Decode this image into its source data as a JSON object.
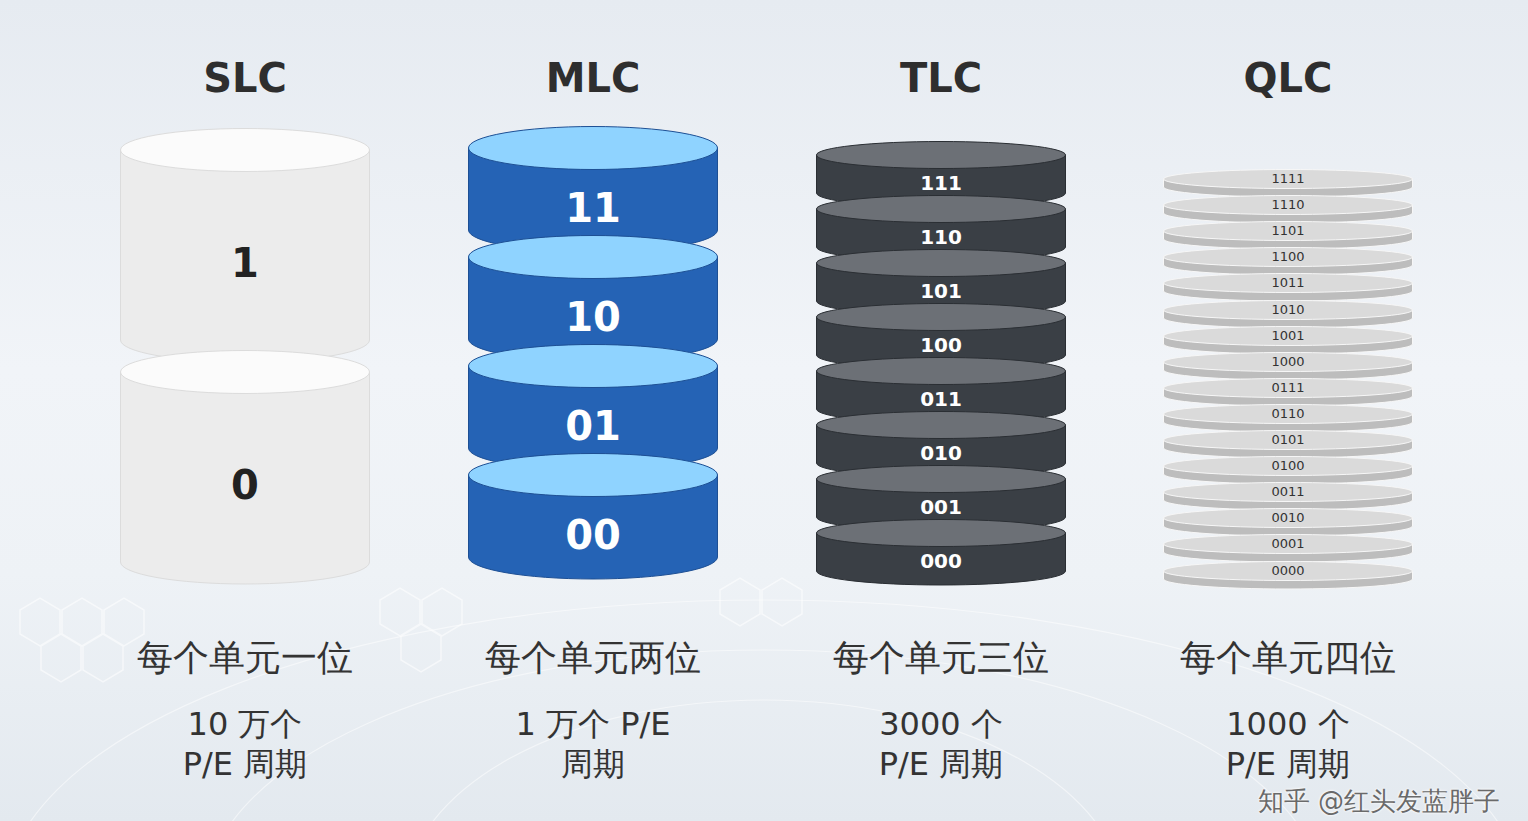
{
  "diagram": {
    "nodes": [
      {
        "text": [
          "1"
        ]
      },
      {
        "text": [
          "0"
        ]
      },
      {
        "text": [
          "11"
        ]
      },
      {
        "text": [
          "10"
        ]
      },
      {
        "text": [
          "01"
        ]
      },
      {
        "text": [
          "00"
        ]
      },
      {
        "text": [
          "111"
        ]
      },
      {
        "text": [
          "110"
        ]
      },
      {
        "text": [
          "101"
        ]
      },
      {
        "text": [
          "100"
        ]
      },
      {
        "text": [
          "011"
        ]
      },
      {
        "text": [
          "010"
        ]
      },
      {
        "text": [
          "001"
        ]
      },
      {
        "text": [
          "000"
        ]
      },
      {
        "text": [
          "1111"
        ]
      },
      {
        "text": [
          "1110"
        ]
      },
      {
        "text": [
          "1101"
        ]
      },
      {
        "text": [
          "1100"
        ]
      },
      {
        "text": [
          "1011"
        ]
      },
      {
        "text": [
          "1010"
        ]
      },
      {
        "text": [
          "1001"
        ]
      },
      {
        "text": [
          "1000"
        ]
      },
      {
        "text": [
          "0111"
        ]
      },
      {
        "text": [
          "0110"
        ]
      },
      {
        "text": [
          "0101"
        ]
      },
      {
        "text": [
          "0100"
        ]
      },
      {
        "text": [
          "0011"
        ]
      },
      {
        "text": [
          "0010"
        ]
      },
      {
        "text": [
          "0001"
        ]
      },
      {
        "text": [
          "0000"
        ]
      }
    ],
    "labels": [
      "SLC",
      "MLC",
      "TLC",
      "QLC",
      "每个单元一位",
      "每个单元两位",
      "每个单元三位",
      "每个单元四位",
      "10 万个 P/E 周期",
      "1 万个 P/E 周期",
      "3000 个 P/E 周期",
      "1000 个 P/E 周期",
      "知乎 @红头发蓝胖子"
    ]
  }
}
